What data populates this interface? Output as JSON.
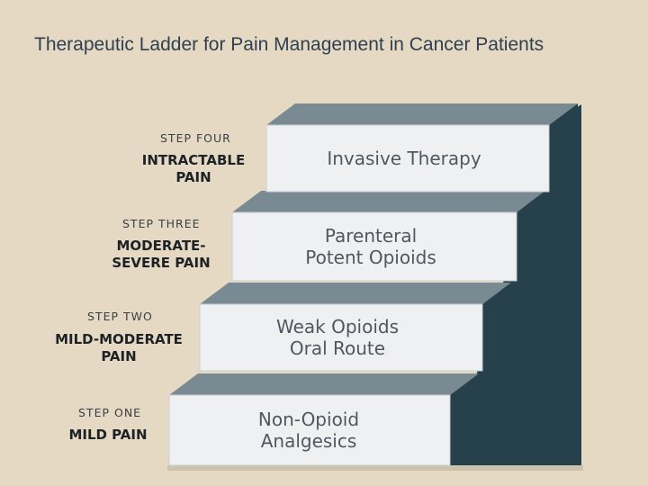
{
  "title": "Therapeutic Ladder for Pain Management in Cancer Patients",
  "colors": {
    "background": "#e5d9c4",
    "side": "#26404c",
    "top": "#7a8a92",
    "front": "#eef0f1",
    "label_text": "#1d2226"
  },
  "steps": [
    {
      "step_label": "STEP ONE",
      "pain_lines": [
        "MILD PAIN"
      ],
      "therapy_lines": [
        "Non-Opioid",
        "Analgesics"
      ]
    },
    {
      "step_label": "STEP TWO",
      "pain_lines": [
        "MILD-MODERATE",
        "PAIN"
      ],
      "therapy_lines": [
        "Weak Opioids",
        "Oral Route"
      ]
    },
    {
      "step_label": "STEP THREE",
      "pain_lines": [
        "MODERATE-",
        "SEVERE PAIN"
      ],
      "therapy_lines": [
        "Parenteral",
        "Potent Opioids"
      ]
    },
    {
      "step_label": "STEP FOUR",
      "pain_lines": [
        "INTRACTABLE",
        "PAIN"
      ],
      "therapy_lines": [
        "Invasive Therapy"
      ]
    }
  ]
}
